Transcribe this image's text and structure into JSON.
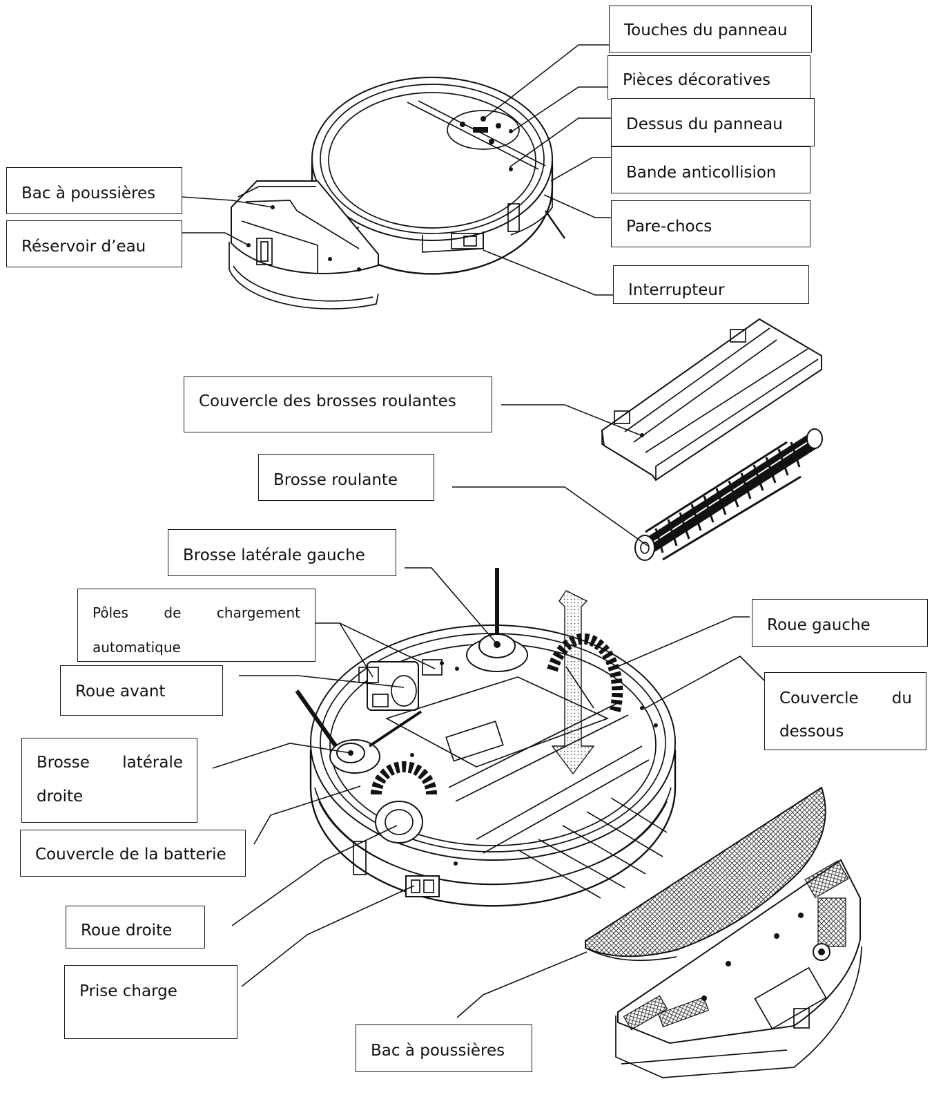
{
  "labels": {
    "panel_keys": "Touches du panneau",
    "decorative_parts": "Pièces décoratives",
    "panel_top": "Dessus du panneau",
    "anticollision_strip": "Bande anticollision",
    "bumper": "Pare-chocs",
    "power_switch": "Interrupteur",
    "dust_bin_top": "Bac à poussières",
    "water_tank": "Réservoir d’eau",
    "rolling_brush_cover": "Couvercle des brosses roulantes",
    "rolling_brush": "Brosse roulante",
    "left_side_brush": "Brosse latérale gauche",
    "charging_poles_line1": "Pôles de chargement",
    "charging_poles_line2": "automatique",
    "front_wheel": "Roue avant",
    "right_side_brush_line1": "Brosse latérale",
    "right_side_brush_line2": "droite",
    "battery_cover": "Couvercle de la batterie",
    "right_wheel": "Roue droite",
    "charging_socket": "Prise charge",
    "left_wheel": "Roue gauche",
    "bottom_cover_line1": "Couvercle du",
    "bottom_cover_line2": "dessous",
    "dust_bin_bottom": "Bac à poussières"
  }
}
